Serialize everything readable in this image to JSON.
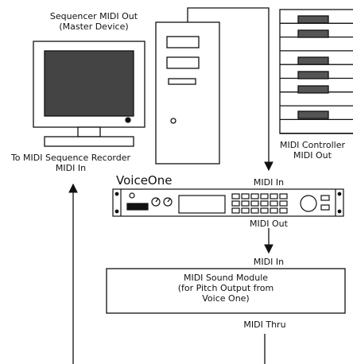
{
  "labels": {
    "sequencer_out": [
      "Sequencer MIDI Out",
      "(Master Device)"
    ],
    "recorder_in": [
      "To MIDI Sequence Recorder",
      "MIDI In"
    ],
    "controller": [
      "MIDI Controller",
      "MIDI Out"
    ],
    "voiceone_in": "MIDI In",
    "voiceone_out": "MIDI Out",
    "module_in": "MIDI In",
    "module_thru": "MIDI Thru",
    "module_text": [
      "MIDI Sound Module",
      "(for Pitch Output from",
      "Voice One)"
    ]
  },
  "brand": "VoiceOne"
}
